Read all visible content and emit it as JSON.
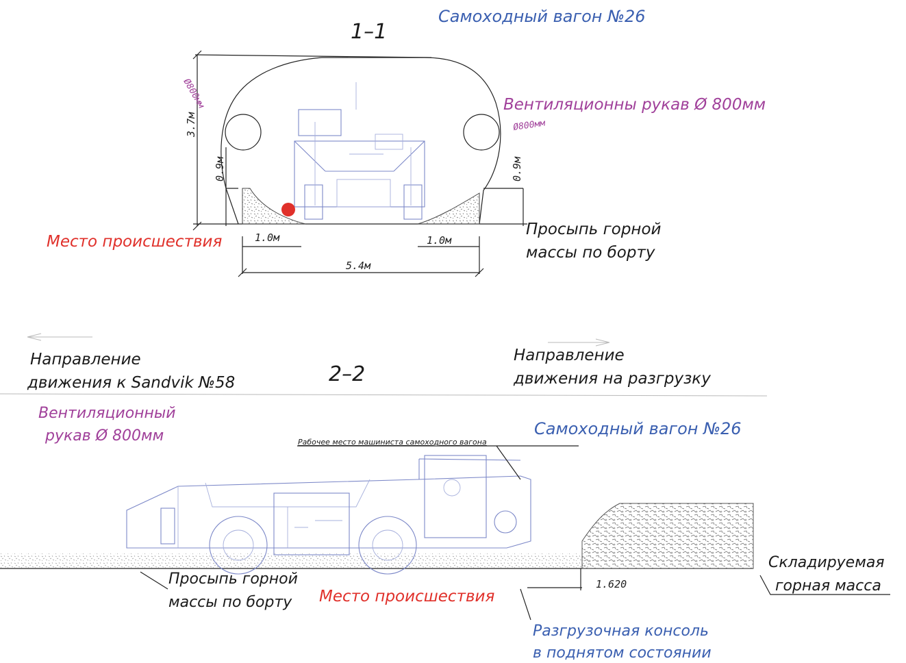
{
  "section_1": {
    "title": "1–1",
    "wagon_label": "Самоходный вагон №26",
    "duct_label": "Вентиляционны рукав Ø 800мм",
    "duct_dim_left": "Ø800мм",
    "duct_dim_right": "Ø800мм",
    "height_total": "3.7м",
    "height_left": "0.9м",
    "height_right": "0.9м",
    "incident_label": "Место происшествия",
    "spill_label_line1": "Просыпь горной",
    "spill_label_line2": "массы по борту",
    "width_left": "1.0м",
    "width_right": "1.0м",
    "width_total": "5.4м"
  },
  "section_2": {
    "title": "2–2",
    "direction_left_line1": "Направление",
    "direction_left_line2": "движения к Sandvik №58",
    "direction_right_line1": "Направление",
    "direction_right_line2": "движения на разгрузку",
    "duct_label_line1": "Вентиляционный",
    "duct_label_line2": "рукав Ø 800мм",
    "wagon_label": "Самоходный вагон №26",
    "operator_place": "Рабочее место машиниста самоходного вагона",
    "spill_label_line1": "Просыпь горной",
    "spill_label_line2": "массы по борту",
    "incident_label": "Место происшествия",
    "height_mark": "1.620",
    "stored_label_line1": "Складируемая",
    "stored_label_line2": "горная масса",
    "console_line1": "Разгрузочная консоль",
    "console_line2": "в поднятом состоянии"
  },
  "colors": {
    "incident": "#e0302a",
    "wagon_blue": "#3a5fb0",
    "duct_purple": "#a0409a"
  }
}
